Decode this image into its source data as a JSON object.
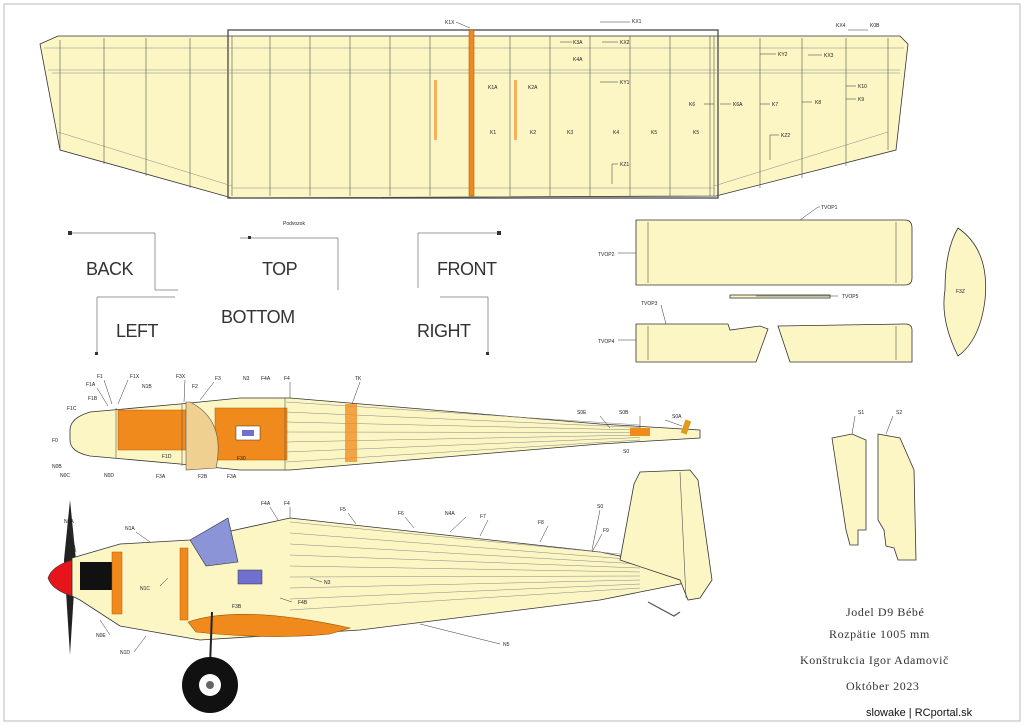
{
  "wing_labels": [
    "K1X",
    "KX1",
    "K3A",
    "KX2",
    "K4A",
    "KY1",
    "K1A",
    "K2A",
    "K1",
    "K2",
    "K3",
    "K4",
    "K5",
    "K5",
    "K6",
    "K6A",
    "K7",
    "K8",
    "KZ1",
    "KZ2",
    "KY2",
    "KX3",
    "KX4",
    "K0B",
    "K10",
    "K9"
  ],
  "views": {
    "back": "BACK",
    "top": "TOP",
    "front": "FRONT",
    "left": "LEFT",
    "bottom": "BOTTOM",
    "right": "RIGHT",
    "podvozok": "Podvozok"
  },
  "tail_labels": {
    "tvop1": "TVOP1",
    "tvop2": "TVOP2",
    "tvop3": "TVOP3",
    "tvop4": "TVOP4",
    "tvop5": "TVOP5",
    "f3z": "F3Z",
    "s1": "S1",
    "s2": "S2"
  },
  "fuse_top_labels": [
    "F1",
    "F1A",
    "F1X",
    "N1B",
    "F3X",
    "F2",
    "F3",
    "N3",
    "F4A",
    "F4",
    "TK",
    "F1B",
    "F1C",
    "F0",
    "N0B",
    "N0C",
    "N0D",
    "F1D",
    "F3A",
    "F2B",
    "F3A",
    "F30",
    "S0E",
    "S0B",
    "S0A",
    "S0"
  ],
  "fuse_side_labels": [
    "N0A",
    "N1A",
    "F4A",
    "F4",
    "F5",
    "F6",
    "N4A",
    "F7",
    "F8",
    "S0",
    "F9",
    "N1C",
    "N3",
    "F3B",
    "F4B",
    "N0E",
    "N1D",
    "N5"
  ],
  "title_block": {
    "line1": "Jodel D9 Bébé",
    "line2": "Rozpätie 1005 mm",
    "line3": "Konštrukcia Igor Adamovič",
    "line4": "Október 2023"
  },
  "credit": "slowake | RCportal.sk",
  "colors": {
    "balsa": "#fbf6c4",
    "accent": "#f08a1c",
    "nose": "#e8141c",
    "canopy": "#8c94d8"
  }
}
